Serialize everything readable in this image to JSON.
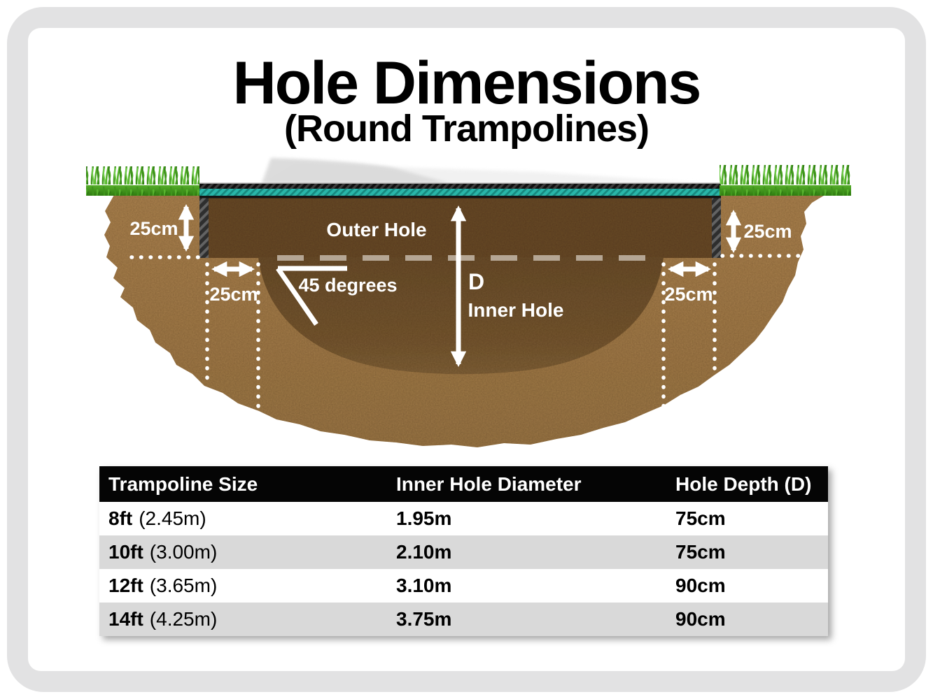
{
  "card": {
    "title": "Hole Dimensions",
    "subtitle": "(Round Trampolines)"
  },
  "diagram": {
    "labels": {
      "outer_hole": "Outer Hole",
      "inner_hole": "Inner Hole",
      "depth": "D",
      "angle": "45 degrees",
      "edge_depth_left": "25cm",
      "edge_depth_right": "25cm",
      "ledge_width_left": "25cm",
      "ledge_width_right": "25cm"
    },
    "colors": {
      "soil_light": "#a97f4c",
      "outer_hole": "#6a4b29",
      "inner_hole": "#755631",
      "trampoline_mat": "#29b6a9",
      "grass": "#4aa21f",
      "annotation": "#ffffff",
      "dashed_line": "#b5a694"
    }
  },
  "table": {
    "headers": [
      "Trampoline Size",
      "Inner Hole Diameter",
      "Hole Depth (D)"
    ],
    "rows": [
      {
        "size": "8ft",
        "size_metric": "(2.45m)",
        "diameter": "1.95m",
        "depth": "75cm"
      },
      {
        "size": "10ft",
        "size_metric": "(3.00m)",
        "diameter": "2.10m",
        "depth": "75cm"
      },
      {
        "size": "12ft",
        "size_metric": "(3.65m)",
        "diameter": "3.10m",
        "depth": "90cm"
      },
      {
        "size": "14ft",
        "size_metric": "(4.25m)",
        "diameter": "3.75m",
        "depth": "90cm"
      }
    ]
  }
}
